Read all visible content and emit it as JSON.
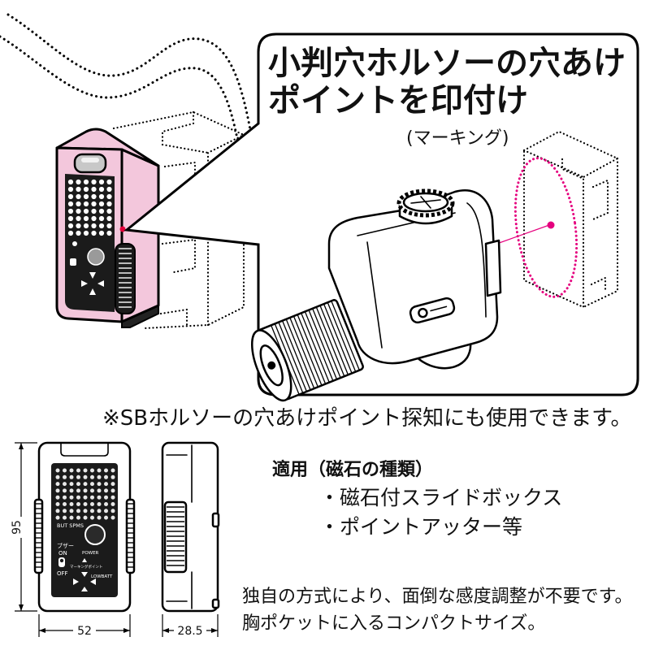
{
  "callout": {
    "title_line1": "小判穴ホルソーの穴あけ",
    "title_line2": "ポイントを印付け",
    "subtitle": "(マーキング)"
  },
  "note": "※SBホルソーの穴あけポイント探知にも使用できます。",
  "dimensions": {
    "height": "95",
    "width": "52",
    "depth": "28.5"
  },
  "device_panel_labels": {
    "mode": "BUT SPMS",
    "buzzer": "ブザー",
    "on": "ON",
    "off": "OFF",
    "power": "POWER",
    "marking_point": "マーキングポイント",
    "low_batt": "LOWBATT"
  },
  "application": {
    "heading": "適用（磁石の種類）",
    "items": [
      "・磁石付スライドボックス",
      "・ポイントアッター等"
    ]
  },
  "features": [
    "独自の方式により、面倒な感度調整が不要です。",
    "胸ポケットに入るコンパクトサイズ。"
  ],
  "colors": {
    "device_body": "#f3c7dc",
    "marking": "#e5007e",
    "sensor_dot": "#e2003a",
    "panel": "#1b1b1b"
  }
}
